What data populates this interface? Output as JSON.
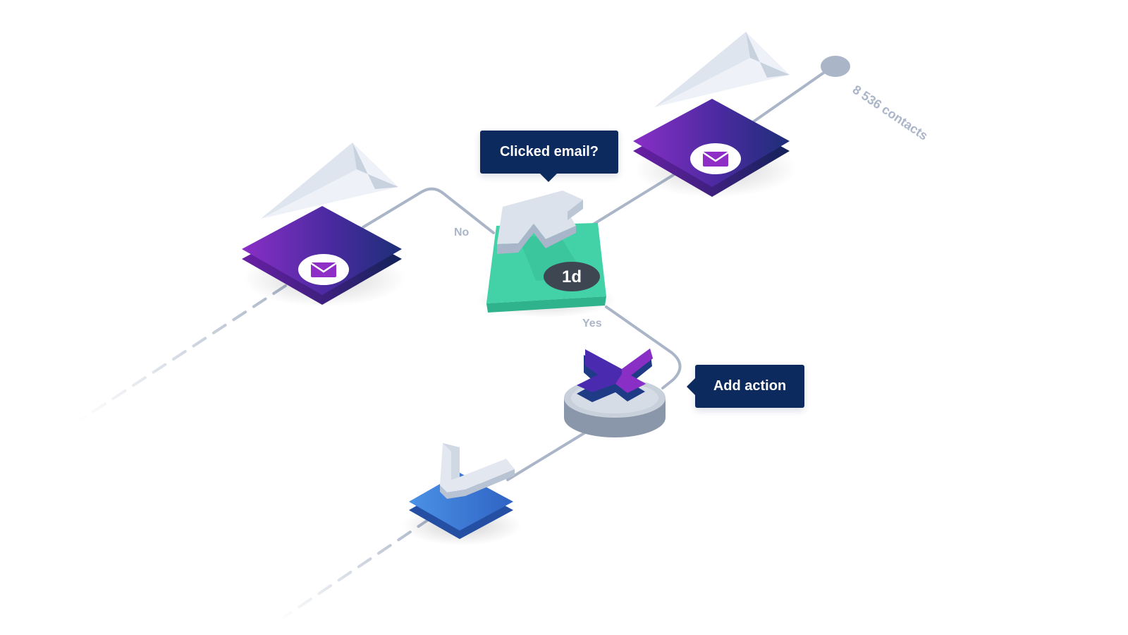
{
  "labels": {
    "clicked_email": "Clicked email?",
    "add_action": "Add action",
    "no_branch": "No",
    "yes_branch": "Yes",
    "delay_badge": "1d",
    "contacts_count": "8 536 contacts"
  },
  "icons": {
    "email_node": "envelope-icon",
    "send": "paper-plane-icon",
    "delay": "arrow-icon",
    "action": "plus-icon",
    "end": "checkmark-icon"
  },
  "colors": {
    "email_node_start": "#8a2fc6",
    "email_node_end": "#1d2f78",
    "delay_node": "#43d2a8",
    "end_node": "#3d7fdc",
    "tooltip_bg": "#0c2a5e",
    "connector": "#aab6c8",
    "badge": "#3e4652"
  }
}
